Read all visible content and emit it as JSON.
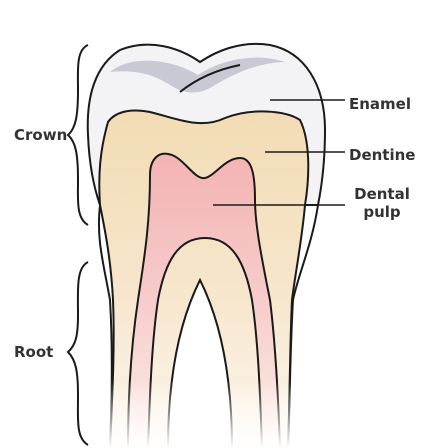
{
  "labels": {
    "crown": "Crown",
    "root": "Root",
    "enamel": "Enamel",
    "dentine": "Dentine",
    "pulp_line1": "Dental",
    "pulp_line2": "pulp"
  },
  "colors": {
    "outline": "#1a1a1a",
    "enamel": "#f3f3f5",
    "enamel_shadow": "#c9c9d4",
    "dentine_top": "#f2dcb4",
    "dentine_root": "#fbeede",
    "pulp_top": "#f3b3b3",
    "pulp_root": "#fbe4e0",
    "label_text": "#333333"
  }
}
